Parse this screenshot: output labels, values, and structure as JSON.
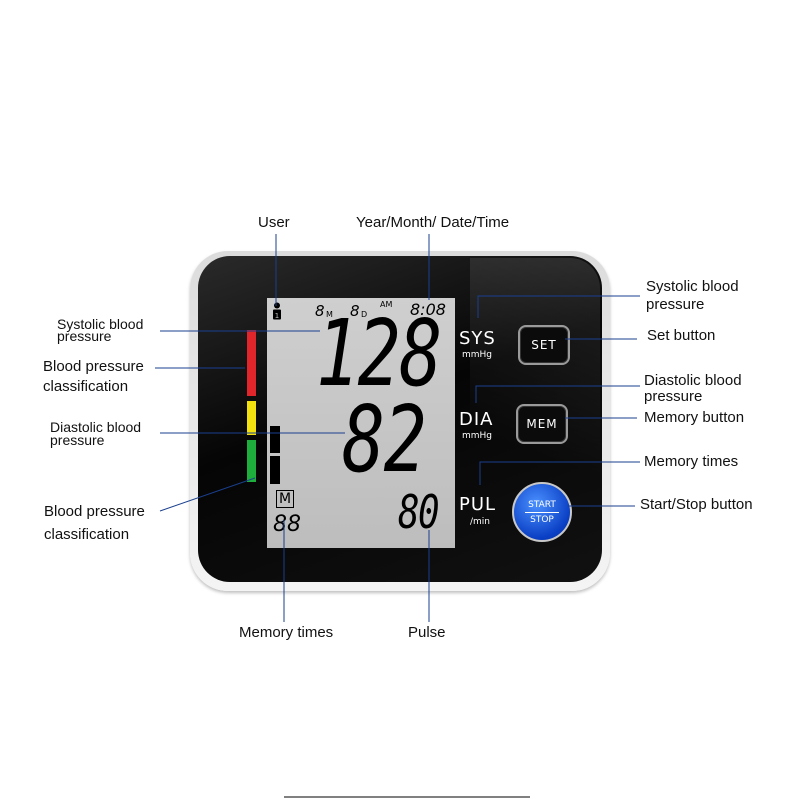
{
  "labels": {
    "user": "User",
    "datetime": "Year/Month/ Date/Time",
    "systolic_left_1": "Systolic blood",
    "systolic_left_2": "pressure",
    "bp_class_left_1": "Blood pressure",
    "bp_class_left_2": "classification",
    "diastolic_left_1": "Diastolic blood",
    "diastolic_left_2": "pressure",
    "bp_class_bottom_1": "Blood pressure",
    "bp_class_bottom_2": "classification",
    "memory_times_bottom": "Memory times",
    "pulse": "Pulse",
    "systolic_right_1": "Systolic blood",
    "systolic_right_2": "pressure",
    "set_button": "Set button",
    "diastolic_right_1": "Diastolic blood",
    "diastolic_right_2": "pressure",
    "memory_button": "Memory button",
    "memory_times_right": "Memory times",
    "start_stop_button": "Start/Stop button"
  },
  "display": {
    "month": "8",
    "month_unit": "M",
    "day": "8",
    "day_unit": "D",
    "ampm": "AM",
    "time": "8:08",
    "systolic": "128",
    "diastolic": "82",
    "pulse": "80",
    "memory_flag": "M",
    "memory_count": "88"
  },
  "device": {
    "sys_label": "SYS",
    "sys_unit": "mmHg",
    "dia_label": "DIA",
    "dia_unit": "mmHg",
    "pul_label": "PUL",
    "pul_unit": "/min",
    "set_label": "SET",
    "mem_label": "MEM",
    "start_label": "START",
    "stop_label": "STOP"
  },
  "colors": {
    "bp_red": "#e0262a",
    "bp_yellow": "#f2e10f",
    "bp_green": "#1eae3c",
    "start_blue": "#1552e0"
  }
}
